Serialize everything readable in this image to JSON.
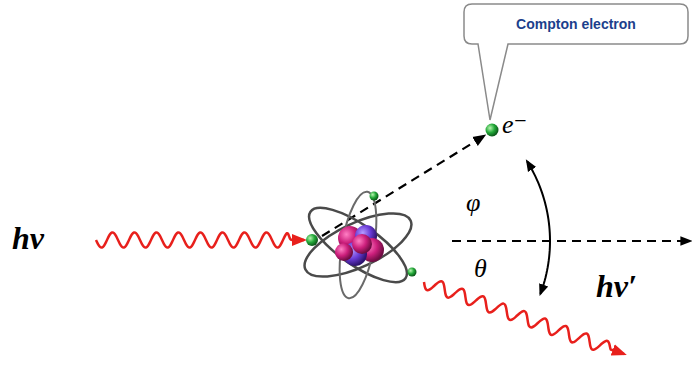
{
  "diagram": {
    "nodes": [
      {
        "text": [
          "Compton electron"
        ]
      }
    ],
    "labels": [
      "hν",
      "e⁻",
      "φ",
      "θ",
      "hν′"
    ]
  }
}
